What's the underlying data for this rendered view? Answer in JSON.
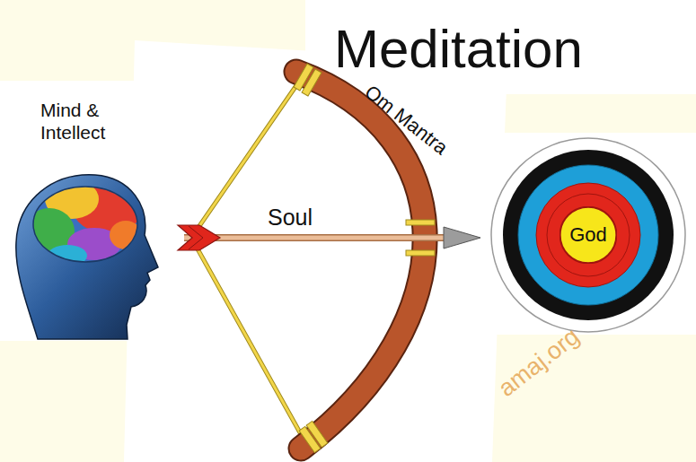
{
  "diagram": {
    "title": "Meditation",
    "nodes": [
      {
        "text": [
          "God"
        ]
      }
    ],
    "labels": [
      "Mind & Intellect",
      "Soul",
      "Om Mantra",
      "amaj.org"
    ]
  }
}
